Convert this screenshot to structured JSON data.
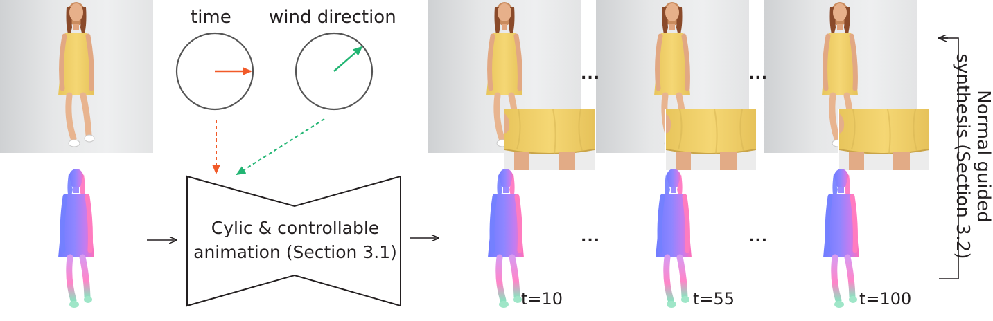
{
  "labels": {
    "time": "time",
    "wind_direction": "wind direction",
    "network_line1": "Cylic & controllable",
    "network_line2": "animation (Section 3.1)",
    "side_line1": "Normal guided",
    "side_line2": "synthesis (Section 3.2)"
  },
  "frames": [
    {
      "label": "t=10"
    },
    {
      "label": "t=55"
    },
    {
      "label": "t=100"
    }
  ],
  "ellipsis": "...",
  "colors": {
    "time_arrow": "#f15a29",
    "wind_arrow": "#22b573",
    "dress": "#f2d16b",
    "ink": "#231f20"
  },
  "icons": {
    "time_dial": "clock-dial-icon",
    "wind_dial": "compass-dial-icon"
  }
}
